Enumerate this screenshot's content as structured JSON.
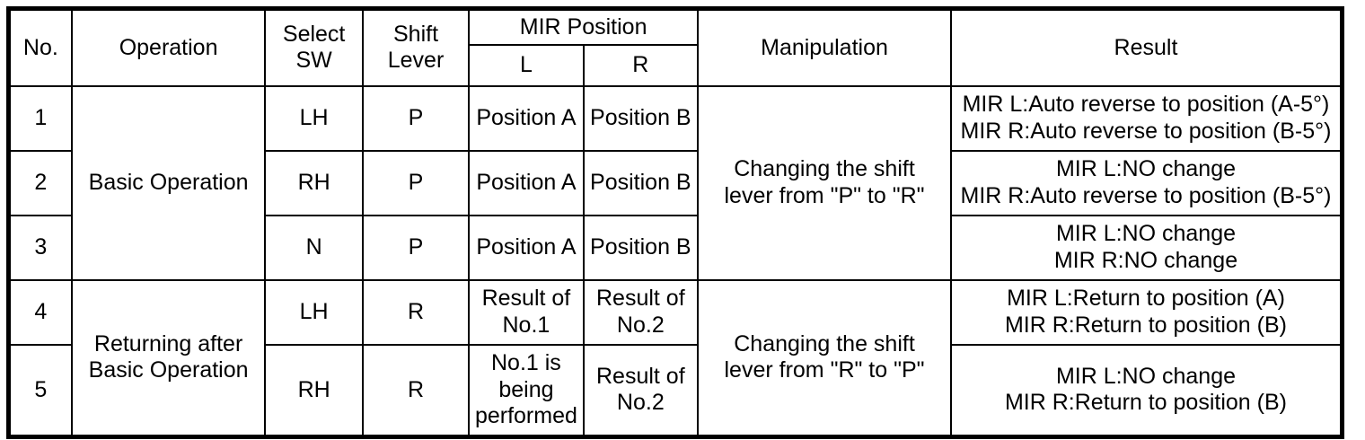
{
  "table": {
    "headers": {
      "no": "No.",
      "operation": "Operation",
      "select_sw": "Select\nSW",
      "shift_lever": "Shift\nLever",
      "mir_position": "MIR Position",
      "mir_l": "L",
      "mir_r": "R",
      "manipulation": "Manipulation",
      "result": "Result"
    },
    "operation_groups": [
      {
        "label": "Basic Operation",
        "rowspan": 3
      },
      {
        "label": "Returning after\nBasic Operation",
        "rowspan": 2
      }
    ],
    "manipulation_groups": [
      {
        "label": "Changing the shift\nlever from \"P\" to \"R\"",
        "rowspan": 3
      },
      {
        "label": "Changing the shift\nlever from \"R\" to \"P\"",
        "rowspan": 2
      }
    ],
    "rows": [
      {
        "no": "1",
        "select_sw": "LH",
        "shift_lever": "P",
        "mir_l": "Position A",
        "mir_r": "Position B",
        "result": "MIR L:Auto reverse to position (A-5°)\nMIR R:Auto reverse to position (B-5°)"
      },
      {
        "no": "2",
        "select_sw": "RH",
        "shift_lever": "P",
        "mir_l": "Position A",
        "mir_r": "Position B",
        "result": "MIR L:NO change\nMIR R:Auto reverse to position (B-5°)"
      },
      {
        "no": "3",
        "select_sw": "N",
        "shift_lever": "P",
        "mir_l": "Position A",
        "mir_r": "Position B",
        "result": "MIR L:NO change\nMIR R:NO change"
      },
      {
        "no": "4",
        "select_sw": "LH",
        "shift_lever": "R",
        "mir_l": "Result of\nNo.1",
        "mir_r": "Result of\nNo.2",
        "result": "MIR L:Return to position (A)\nMIR R:Return to position (B)"
      },
      {
        "no": "5",
        "select_sw": "RH",
        "shift_lever": "R",
        "mir_l": "No.1 is\nbeing\nperformed",
        "mir_r": "Result of\nNo.2",
        "result": "MIR L:NO change\nMIR R:Return to position (B)"
      }
    ]
  },
  "colors": {
    "border": "#000000",
    "background": "#ffffff",
    "text": "#000000"
  }
}
